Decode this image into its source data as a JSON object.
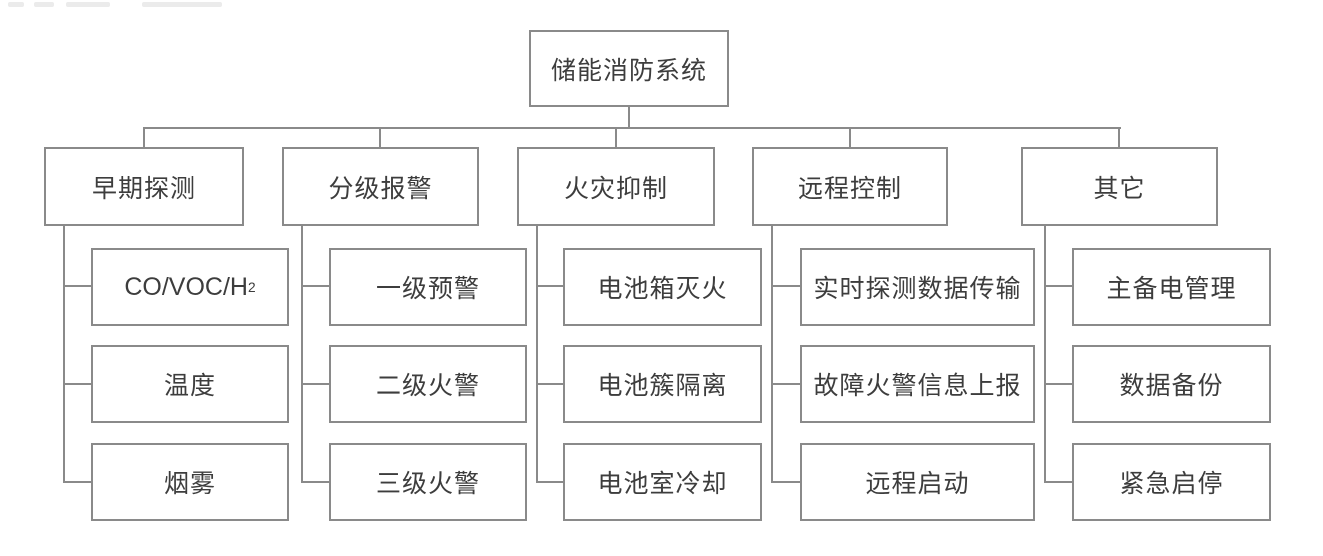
{
  "colors": {
    "background": "#ffffff",
    "line": "#8a8a8a",
    "text": "#3d3d3d"
  },
  "diagram": {
    "type": "hierarchy-tree",
    "orientation": "top-down"
  },
  "tree": {
    "root": {
      "label": "储能消防系统"
    },
    "branches": [
      {
        "label": "早期探测",
        "children": [
          {
            "label": "CO/VOC/H",
            "sub": "2"
          },
          {
            "label": "温度"
          },
          {
            "label": "烟雾"
          }
        ]
      },
      {
        "label": "分级报警",
        "children": [
          {
            "label": "一级预警"
          },
          {
            "label": "二级火警"
          },
          {
            "label": "三级火警"
          }
        ]
      },
      {
        "label": "火灾抑制",
        "children": [
          {
            "label": "电池箱灭火"
          },
          {
            "label": "电池簇隔离"
          },
          {
            "label": "电池室冷却"
          }
        ]
      },
      {
        "label": "远程控制",
        "children": [
          {
            "label": "实时探测数据传输"
          },
          {
            "label": "故障火警信息上报"
          },
          {
            "label": "远程启动"
          }
        ]
      },
      {
        "label": "其它",
        "children": [
          {
            "label": "主备电管理"
          },
          {
            "label": "数据备份"
          },
          {
            "label": "紧急启停"
          }
        ]
      }
    ]
  }
}
